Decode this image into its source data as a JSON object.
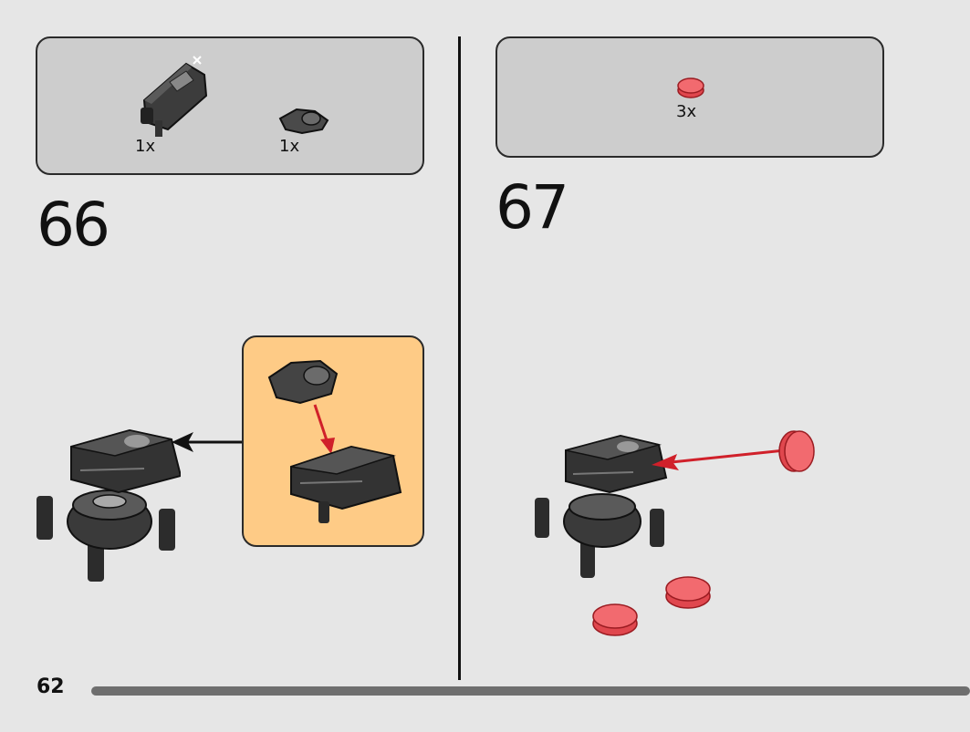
{
  "page": {
    "number": "62"
  },
  "steps": [
    {
      "number": "66",
      "parts": [
        {
          "qty": "1x",
          "icon": "dark-gray-cannon-housing"
        },
        {
          "qty": "1x",
          "icon": "dark-gray-clip-plate"
        }
      ]
    },
    {
      "number": "67",
      "parts": [
        {
          "qty": "3x",
          "icon": "trans-red-round-tile"
        }
      ]
    }
  ],
  "colors": {
    "background": "#e6e6e6",
    "parts_box": "#cdcdcd",
    "subassembly": "#fecb86",
    "arrow_red": "#d0202a",
    "trans_red": "#f26a6f",
    "dark_gray": "#3b3b3b"
  }
}
